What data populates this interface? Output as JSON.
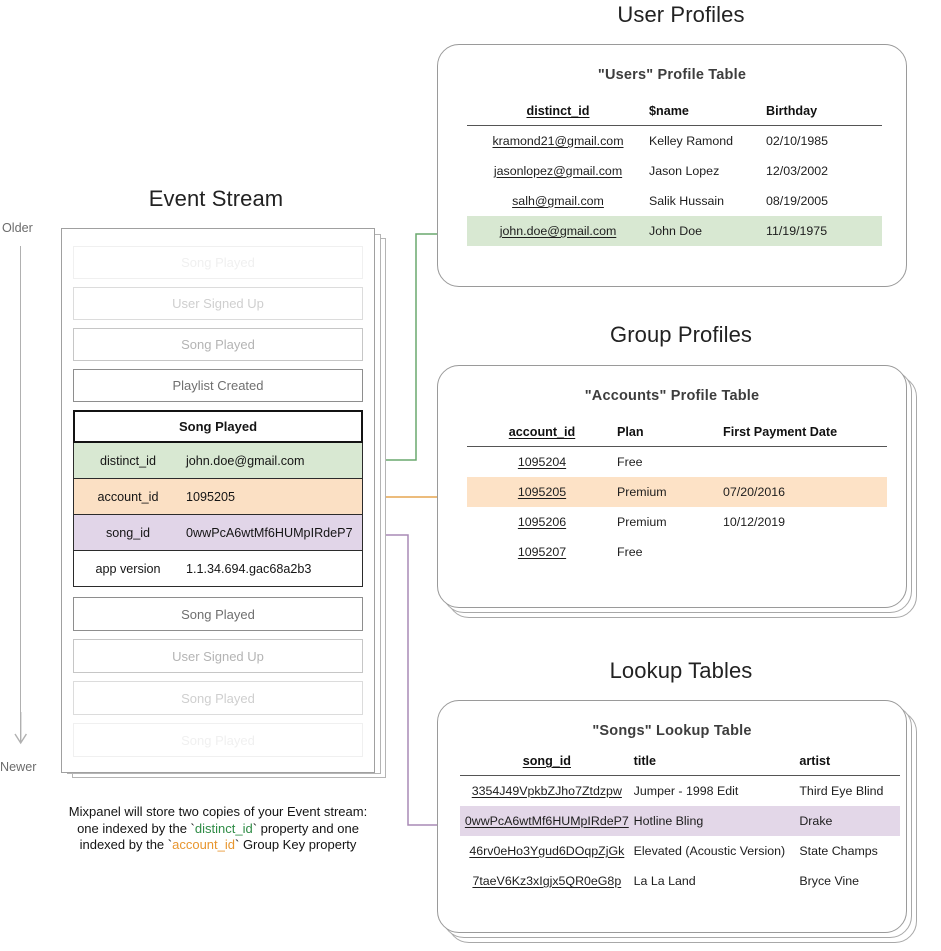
{
  "sections": {
    "event_stream_title": "Event Stream",
    "user_profiles_title": "User Profiles",
    "group_profiles_title": "Group Profiles",
    "lookup_tables_title": "Lookup Tables"
  },
  "axis": {
    "older": "Older",
    "newer": "Newer"
  },
  "event_stream": {
    "events_before": [
      {
        "label": "Song Played",
        "fade": "f1"
      },
      {
        "label": "User Signed Up",
        "fade": "f2"
      },
      {
        "label": "Song Played",
        "fade": "f3"
      },
      {
        "label": "Playlist Created",
        "fade": "f4"
      }
    ],
    "selected_event": {
      "name": "Song Played",
      "properties": [
        {
          "key": "distinct_id",
          "value": "john.doe@gmail.com",
          "color": "green"
        },
        {
          "key": "account_id",
          "value": "1095205",
          "color": "orange"
        },
        {
          "key": "song_id",
          "value": "0wwPcA6wtMf6HUMpIRdeP7",
          "color": "purple"
        },
        {
          "key": "app version",
          "value": "1.1.34.694.gac68a2b3",
          "color": "plain"
        }
      ]
    },
    "events_after": [
      {
        "label": "Song Played",
        "fade": "f4"
      },
      {
        "label": "User Signed Up",
        "fade": "f3"
      },
      {
        "label": "Song Played",
        "fade": "f2"
      },
      {
        "label": "Song Played",
        "fade": "f1"
      }
    ]
  },
  "caption": {
    "line1": "Mixpanel will store two copies of your Event stream:",
    "line2_a": "one indexed by the `",
    "line2_token": "distinct_id",
    "line2_b": "` property and one",
    "line3_a": "indexed by the `",
    "line3_token": "account_id",
    "line3_b": "` Group Key property"
  },
  "users_table": {
    "title": "\"Users\" Profile Table",
    "columns": [
      "distinct_id",
      "$name",
      "Birthday"
    ],
    "rows": [
      {
        "cells": [
          "kramond21@gmail.com",
          "Kelley Ramond",
          "02/10/1985"
        ],
        "highlight": ""
      },
      {
        "cells": [
          "jasonlopez@gmail.com",
          "Jason Lopez",
          "12/03/2002"
        ],
        "highlight": ""
      },
      {
        "cells": [
          "salh@gmail.com",
          "Salik Hussain",
          "08/19/2005"
        ],
        "highlight": ""
      },
      {
        "cells": [
          "john.doe@gmail.com",
          "John Doe",
          "11/19/1975"
        ],
        "highlight": "hl-green"
      }
    ]
  },
  "accounts_table": {
    "title": "\"Accounts\" Profile Table",
    "columns": [
      "account_id",
      "Plan",
      "First Payment Date"
    ],
    "rows": [
      {
        "cells": [
          "1095204",
          "Free",
          ""
        ],
        "highlight": ""
      },
      {
        "cells": [
          "1095205",
          "Premium",
          "07/20/2016"
        ],
        "highlight": "hl-orange"
      },
      {
        "cells": [
          "1095206",
          "Premium",
          "10/12/2019"
        ],
        "highlight": ""
      },
      {
        "cells": [
          "1095207",
          "Free",
          ""
        ],
        "highlight": ""
      }
    ]
  },
  "songs_table": {
    "title": "\"Songs\" Lookup Table",
    "columns": [
      "song_id",
      "title",
      "artist"
    ],
    "rows": [
      {
        "cells": [
          "3354J49VpkbZJho7Ztdzpw",
          "Jumper - 1998 Edit",
          "Third Eye Blind"
        ],
        "highlight": ""
      },
      {
        "cells": [
          "0wwPcA6wtMf6HUMpIRdeP7",
          "Hotline Bling",
          "Drake"
        ],
        "highlight": "hl-purple"
      },
      {
        "cells": [
          "46rv0eHo3Ygud6DOqpZjGk",
          "Elevated (Acoustic Version)",
          "State Champs"
        ],
        "highlight": ""
      },
      {
        "cells": [
          "7taeV6Kz3xIgjx5QR0eG8p",
          "La La Land",
          "Bryce Vine"
        ],
        "highlight": ""
      }
    ]
  },
  "colors": {
    "green": "#4f9a5a",
    "orange": "#e8962f",
    "purple": "#a98ab5",
    "green_row": "#d8e8d2",
    "orange_row": "#fbe0c4",
    "purple_row": "#e3d7e8",
    "card_border": "#9a9a9a"
  }
}
